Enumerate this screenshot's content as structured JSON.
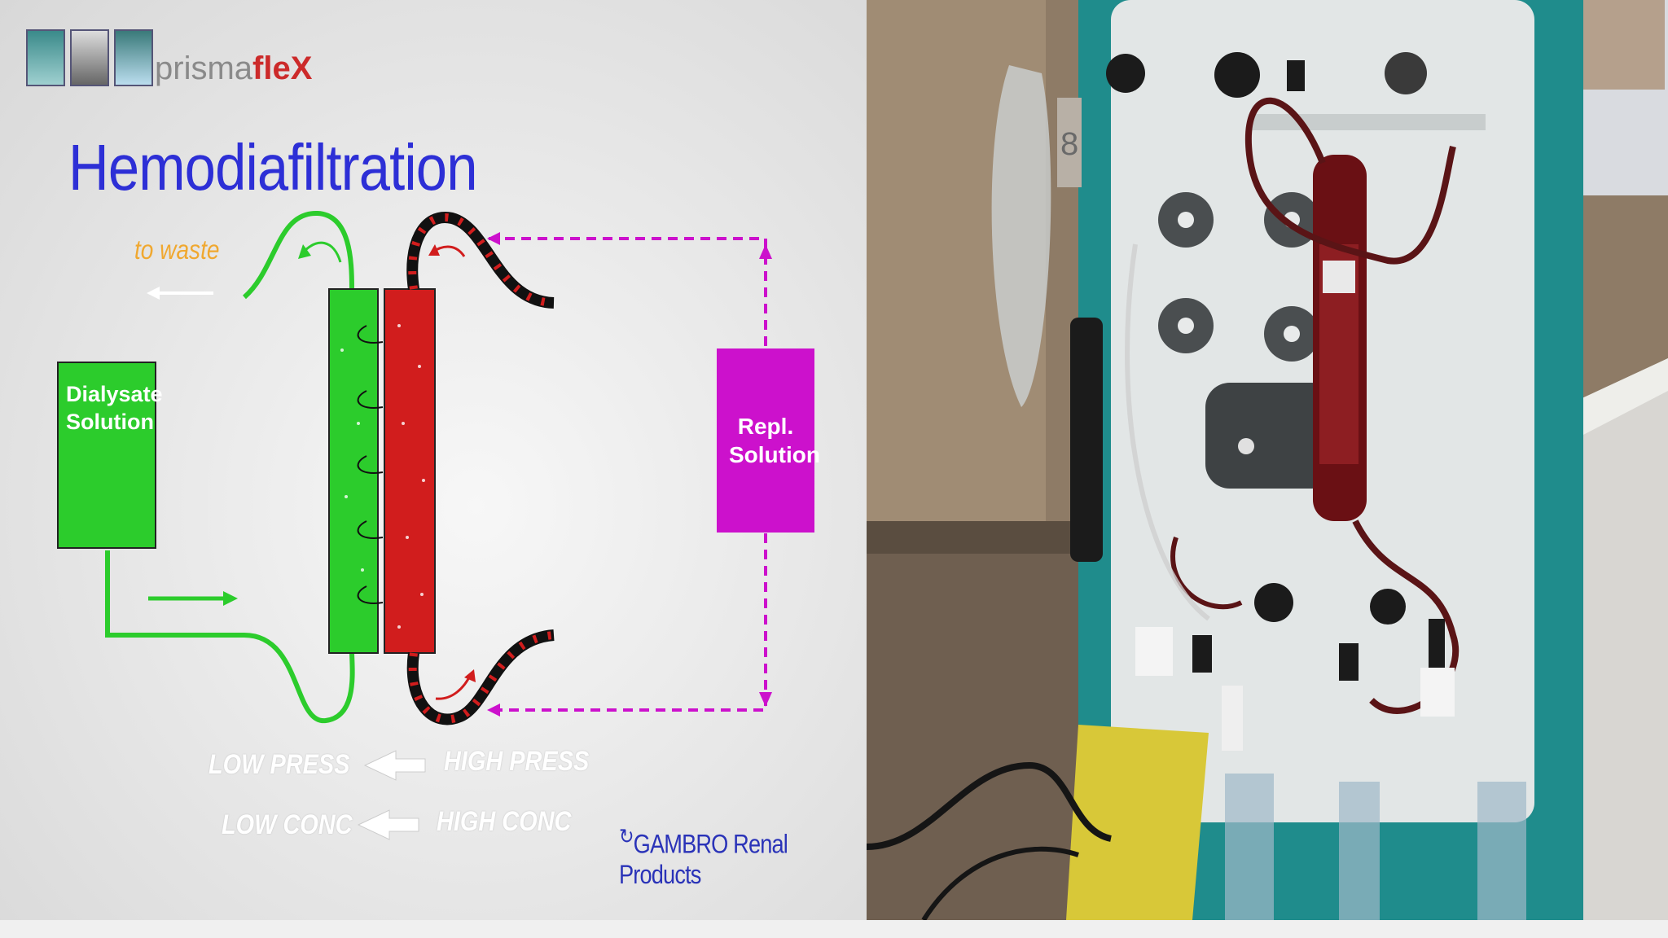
{
  "slide": {
    "brand_prefix": "prisma",
    "brand_suffix": "fleX",
    "title": "Hemodiafiltration",
    "waste_label": "to waste",
    "dialysate_label": "Dialysate Solution",
    "repl_label": "Repl. Solution",
    "low_press": "LOW  PRESS",
    "high_press": "HIGH PRESS",
    "low_conc": "LOW CONC",
    "high_conc": "HIGH CONC",
    "manufacturer": "GAMBRO Renal Products"
  },
  "photo": {
    "machine_number": "8"
  },
  "colors": {
    "title": "#2d2fd6",
    "green": "#2ccc2c",
    "red": "#d11d1d",
    "magenta": "#cc11cc",
    "waste": "#f0a830",
    "machine_teal": "#1f8c8c"
  }
}
